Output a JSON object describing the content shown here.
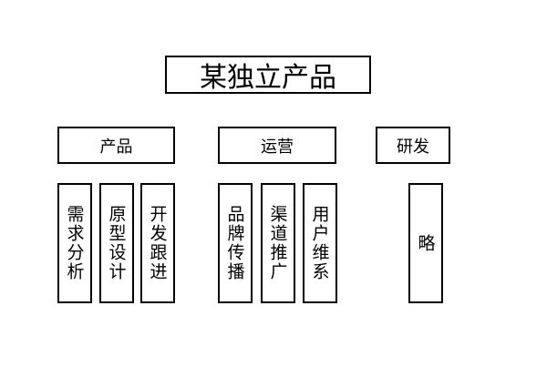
{
  "title": "某独立产品",
  "categories": [
    {
      "label": "产品",
      "items": [
        "需求分析",
        "原型设计",
        "开发跟进"
      ]
    },
    {
      "label": "运营",
      "items": [
        "品牌传播",
        "渠道推广",
        "用户维系"
      ]
    },
    {
      "label": "研发",
      "items": [
        "略"
      ]
    }
  ]
}
